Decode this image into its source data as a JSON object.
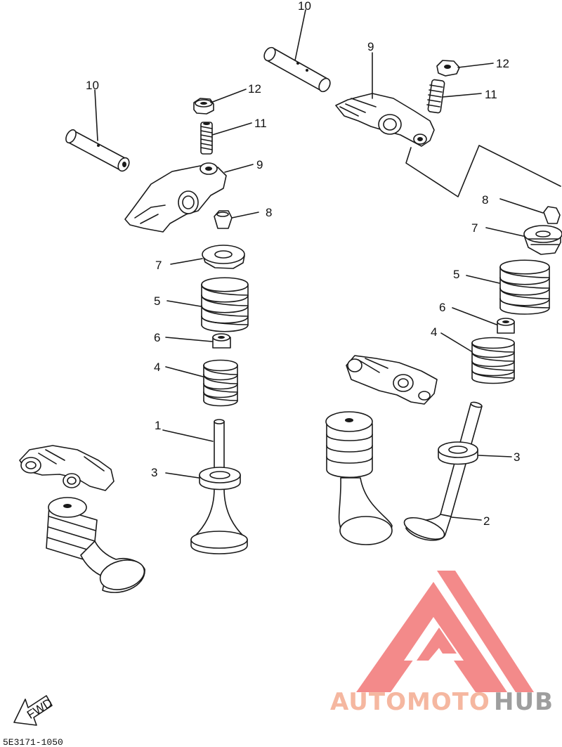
{
  "callouts": {
    "top_left": {
      "pin": "10",
      "nut": "12",
      "screw": "11",
      "arm": "9",
      "pad": "8",
      "retainer": "7",
      "outer_spring": "5",
      "seal": "6",
      "inner_spring": "4",
      "valve": "1",
      "seat": "3"
    },
    "right": {
      "pin": "10",
      "nut": "12",
      "screw": "11",
      "arm": "9",
      "pad": "8",
      "retainer": "7",
      "outer_spring": "5",
      "seal": "6",
      "inner_spring": "4",
      "seat": "3",
      "valve": "2"
    }
  },
  "fwd_marker": "FWD",
  "drawing_code": "5E3171-1050",
  "watermark": {
    "brand_part1": "AUTOMOTO",
    "brand_part2": "HUB",
    "color_part1": "#f5b7a0",
    "color_part2": "#9e9e9e",
    "logo_color": "#f27d7d"
  }
}
